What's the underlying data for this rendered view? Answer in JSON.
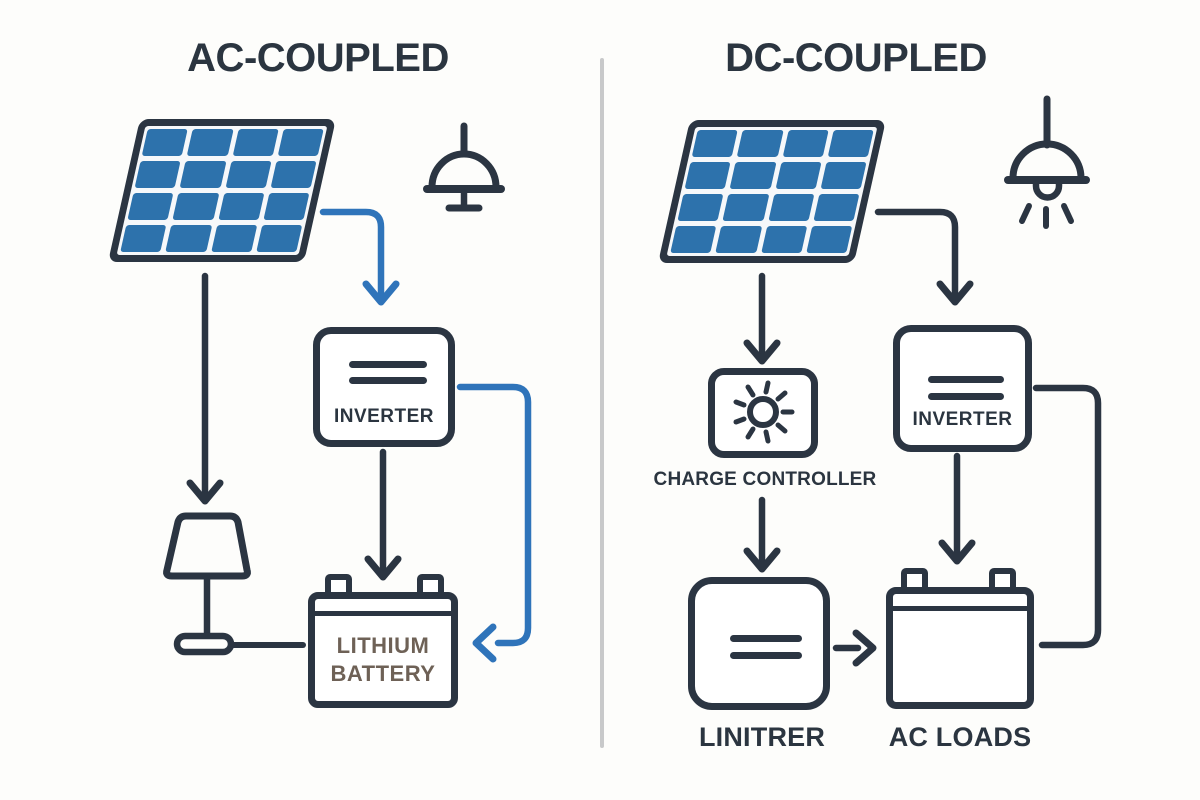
{
  "left": {
    "title": "AC-COUPLED",
    "inverter_label": "INVERTER",
    "battery_label_line1": "LITHIUM",
    "battery_label_line2": "BATTERY"
  },
  "right": {
    "title": "DC-COUPLED",
    "charge_controller_label": "CHARGE CONTROLLER",
    "inverter_label": "INVERTER",
    "battery_inverter_label": "LINITRER",
    "ac_loads_label": "AC LOADS"
  },
  "colors": {
    "ink": "#2b3542",
    "panel_blue": "#2d72ac",
    "arrow_blue": "#2f74ba",
    "battery_label_text": "#6e6156",
    "divider": "#c8c9ca",
    "background": "#fdfdfb"
  },
  "icons": {
    "left": [
      "solar-panel-icon",
      "dome-lamp-icon",
      "inverter-equals-icon",
      "table-lamp-icon",
      "battery-icon"
    ],
    "right": [
      "solar-panel-icon",
      "pendant-light-icon",
      "sun-icon",
      "inverter-equals-icon",
      "battery-icon"
    ]
  }
}
